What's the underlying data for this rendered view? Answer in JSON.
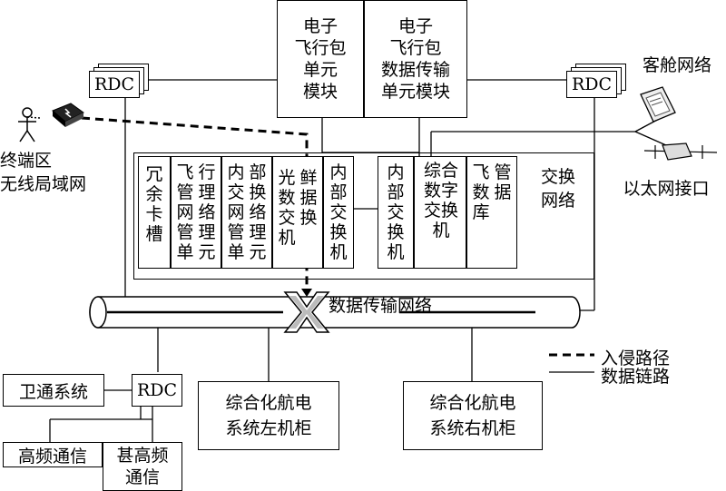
{
  "top_units": {
    "efb_unit": "电子\n飞行包\n单元\n模块",
    "efb_data_unit": "电子\n飞行包\n数据传输\n单元模块"
  },
  "rdc_label": "RDC",
  "terminal_area": "终端区\n无线局域网",
  "cabin_network": "客舱网络",
  "ethernet_interface": "以太网接口",
  "cabinet_slots": {
    "redundant_slot": [
      "冗",
      "余",
      "卡",
      "槽"
    ],
    "flight_net_mgmt": [
      [
        "飞",
        "管",
        "网",
        "管"
      ],
      [
        "行",
        "理",
        "络",
        "理"
      ],
      [
        "",
        "",
        "",
        "单"
      ],
      [
        "",
        "",
        "",
        "元"
      ]
    ],
    "internal_exchange_mgmt": "内部交换网络管理单元",
    "optical_fresh_switch": "光鲜数据交换机",
    "internal_switch_1": "内部交换机",
    "internal_switch_2": "内部交换机",
    "integrated_digital_switch": "综合数字交换机",
    "flight_mgmt_db": "飞管数据库",
    "switch_network": "交换\n网络"
  },
  "slot_texts": {
    "redundant": "冗\n余\n卡\n槽",
    "flight_a": "飞\n管\n网\n管\n单",
    "flight_b": "行\n理\n络\n理\n元",
    "exch_a": "内\n交\n网\n管\n单",
    "exch_b": "部\n换\n络\n理\n元",
    "optical_a": "光\n数\n交\n机",
    "optical_b": "鲜\n据\n换\n",
    "internal_1": "内\n部\n交\n换\n机",
    "internal_2": "内\n部\n交\n换\n机",
    "digital": "综合\n数字\n交换\n机",
    "fms_a": "飞\n数\n库",
    "fms_b": "管\n据\n"
  },
  "data_network": "数据传输网络",
  "legend": {
    "intrusion": "入侵路径",
    "data_link": "数据链路"
  },
  "satcom": "卫通系统",
  "hf": "高频通信",
  "vhf": "甚高频\n通信",
  "avionics_left": "综合化航电\n系统左机柜",
  "avionics_right": "综合化航电\n系统右机柜"
}
